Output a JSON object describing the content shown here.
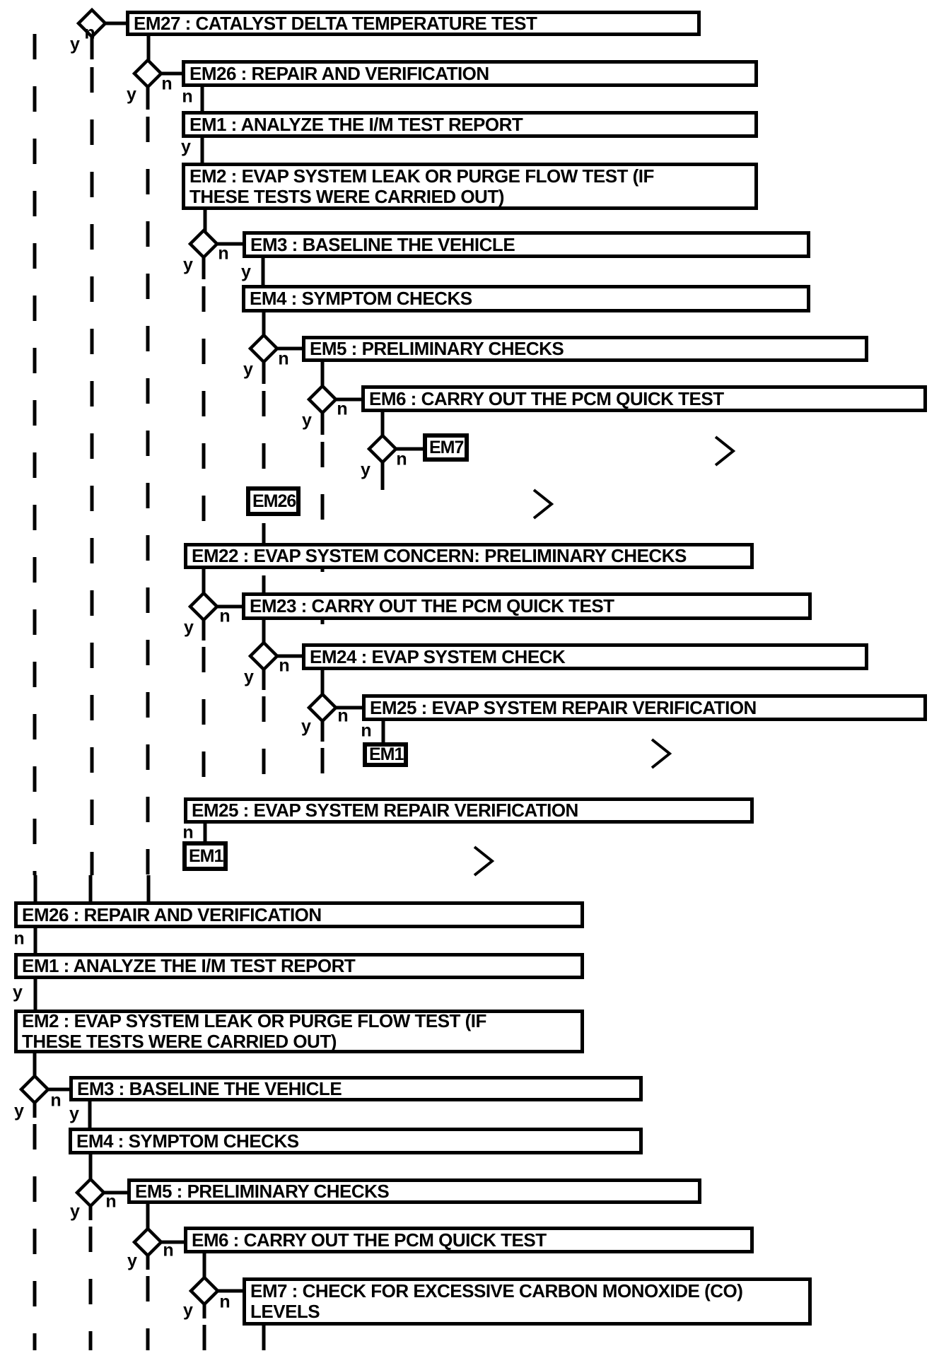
{
  "diagram": {
    "background_color": "#ffffff",
    "line_color": "#000000",
    "branch_labels": {
      "yes": "y",
      "no": "n"
    },
    "icons": {
      "continuation_arrow": "chevron-right"
    },
    "nodes": [
      {
        "id": "EM27",
        "text": "EM27 : CATALYST DELTA TEMPERATURE TEST"
      },
      {
        "id": "EM26",
        "text": "EM26 : REPAIR AND VERIFICATION"
      },
      {
        "id": "EM1",
        "text": "EM1 : ANALYZE THE I/M TEST REPORT"
      },
      {
        "id": "EM2",
        "text": "EM2 : EVAP SYSTEM LEAK OR PURGE FLOW TEST (IF\nTHESE TESTS WERE CARRIED OUT)"
      },
      {
        "id": "EM3",
        "text": "EM3 : BASELINE THE VEHICLE"
      },
      {
        "id": "EM4",
        "text": "EM4 : SYMPTOM CHECKS"
      },
      {
        "id": "EM5",
        "text": "EM5 : PRELIMINARY CHECKS"
      },
      {
        "id": "EM6",
        "text": "EM6 : CARRY OUT THE PCM QUICK TEST"
      },
      {
        "id": "EM7_ref",
        "text": "EM7"
      },
      {
        "id": "EM26_ref",
        "text": "EM26"
      },
      {
        "id": "EM22",
        "text": "EM22 : EVAP SYSTEM CONCERN: PRELIMINARY CHECKS"
      },
      {
        "id": "EM23",
        "text": "EM23 : CARRY OUT THE PCM QUICK TEST"
      },
      {
        "id": "EM24",
        "text": "EM24 : EVAP SYSTEM CHECK"
      },
      {
        "id": "EM25",
        "text": "EM25 : EVAP SYSTEM REPAIR VERIFICATION"
      },
      {
        "id": "EM1_ref1",
        "text": "EM1"
      },
      {
        "id": "EM25_2",
        "text": "EM25 : EVAP SYSTEM REPAIR VERIFICATION"
      },
      {
        "id": "EM1_ref2",
        "text": "EM1"
      },
      {
        "id": "EM26_2",
        "text": "EM26 : REPAIR AND VERIFICATION"
      },
      {
        "id": "EM1_2",
        "text": "EM1 : ANALYZE THE I/M TEST REPORT"
      },
      {
        "id": "EM2_2",
        "text": "EM2 : EVAP SYSTEM LEAK OR PURGE FLOW TEST (IF\nTHESE TESTS WERE CARRIED OUT)"
      },
      {
        "id": "EM3_2",
        "text": "EM3 : BASELINE THE VEHICLE"
      },
      {
        "id": "EM4_2",
        "text": "EM4 : SYMPTOM CHECKS"
      },
      {
        "id": "EM5_2",
        "text": "EM5 : PRELIMINARY CHECKS"
      },
      {
        "id": "EM6_2",
        "text": "EM6 : CARRY OUT THE PCM QUICK TEST"
      },
      {
        "id": "EM7_2",
        "text": "EM7 : CHECK FOR EXCESSIVE CARBON MONOXIDE (CO)\nLEVELS"
      }
    ]
  }
}
